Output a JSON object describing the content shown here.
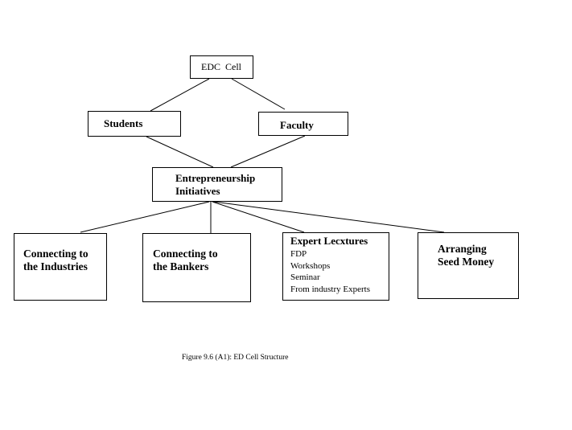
{
  "diagram": {
    "root": "EDC  Cell",
    "level2": [
      "Students",
      "Faculty"
    ],
    "center": [
      "Entrepreneurship",
      "Initiatives"
    ],
    "leaves": [
      {
        "title": [
          "Connecting to",
          "the Industries"
        ]
      },
      {
        "title": [
          "Connecting to",
          "the Bankers"
        ]
      },
      {
        "title": [
          "Expert Lecxtures"
        ],
        "items": [
          "FDP",
          "Workshops",
          "Seminar",
          "From industry Experts"
        ]
      },
      {
        "title": [
          "Arranging",
          "Seed Money"
        ]
      }
    ]
  },
  "caption": "Figure 9.6 (A1): ED Cell Structure"
}
